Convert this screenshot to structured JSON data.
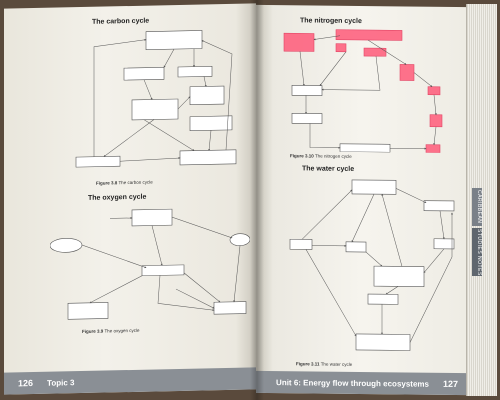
{
  "left_page": {
    "carbon_title": "The carbon cycle",
    "carbon_caption_label": "Figure 3.8",
    "carbon_caption_text": "The carbon cycle",
    "oxygen_title": "The oxygen cycle",
    "oxygen_caption_label": "Figure 3.9",
    "oxygen_caption_text": "The oxygen cycle",
    "page_number": "126",
    "section": "Topic 3"
  },
  "right_page": {
    "nitrogen_title": "The nitrogen cycle",
    "nitrogen_caption_label": "Figure 3.10",
    "nitrogen_caption_text": "The nitrogen cycle",
    "water_title": "The water cycle",
    "water_caption_label": "Figure 3.11",
    "water_caption_text": "The water cycle",
    "page_number": "127",
    "unit": "Unit 6: Energy flow through ecosystems"
  },
  "side_tabs": [
    "CARIBBEAN",
    "STUDIES NOTES"
  ],
  "highlight_color": "#ff5b7a"
}
